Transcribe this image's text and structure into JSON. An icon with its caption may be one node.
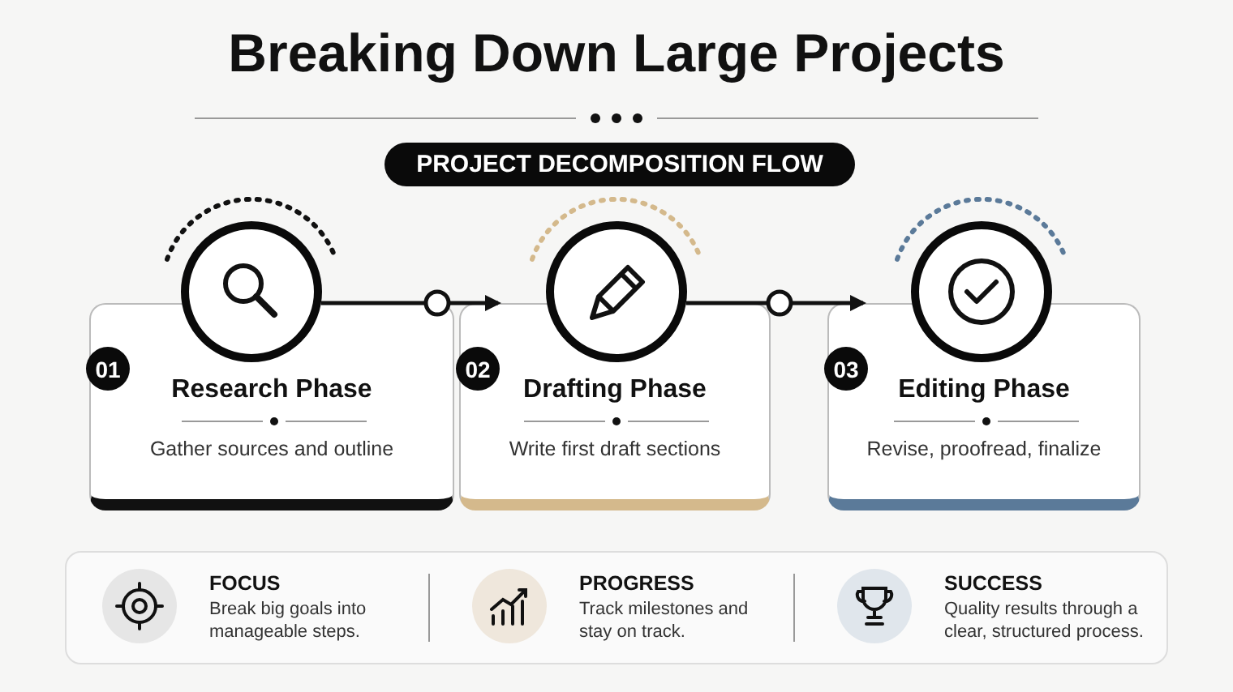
{
  "diagram": {
    "title": "Breaking Down Large Projects",
    "nodes": [
      {
        "text": [
          "PROJECT DECOMPOSITION FLOW"
        ]
      },
      {
        "text": [
          "01",
          "Research Phase",
          "Gather sources and outline"
        ]
      },
      {
        "text": [
          "02",
          "Drafting Phase",
          "Write first draft sections"
        ]
      },
      {
        "text": [
          "03",
          "Editing Phase",
          "Revise, proofread, finalize"
        ]
      }
    ],
    "edges": [
      {
        "from": 1,
        "to": 2,
        "arrow": "to"
      },
      {
        "from": 2,
        "to": 3,
        "arrow": "to"
      }
    ],
    "labels": [
      "FOCUS",
      "Break big goals into manageable steps.",
      "PROGRESS",
      "Track milestones and stay on track.",
      "SUCCESS",
      "Quality results through a clear, structured process."
    ]
  }
}
